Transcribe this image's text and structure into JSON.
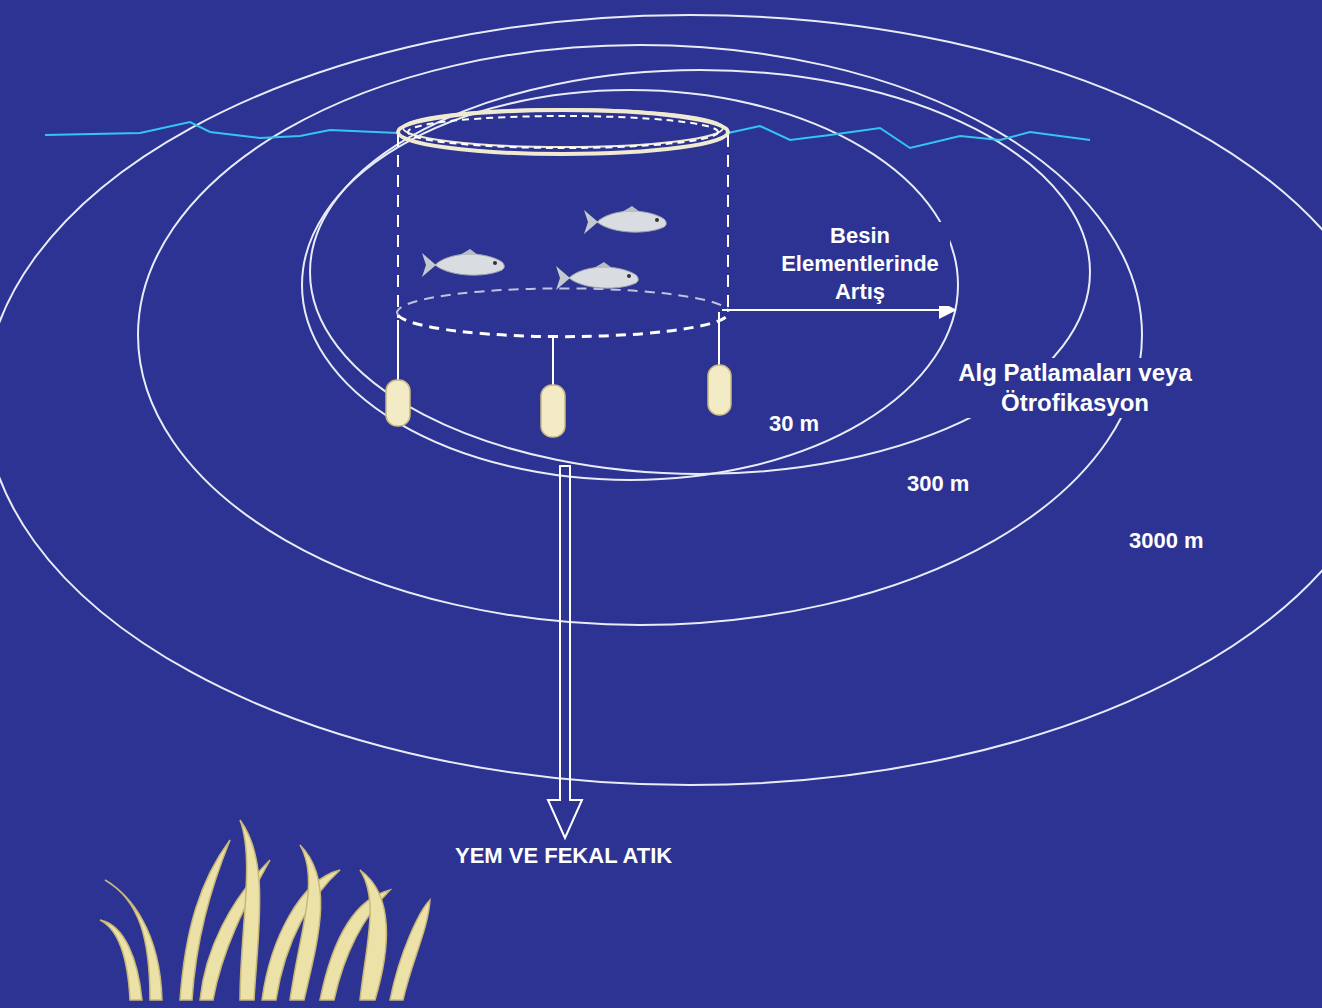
{
  "diagram": {
    "labels": [
      "Besin Elementlerinde Artış",
      "Alg Patlamaları veya Ötrofikasyon",
      "30 m",
      "300 m",
      "3000 m",
      "YEM VE FEKAL ATIK"
    ]
  }
}
